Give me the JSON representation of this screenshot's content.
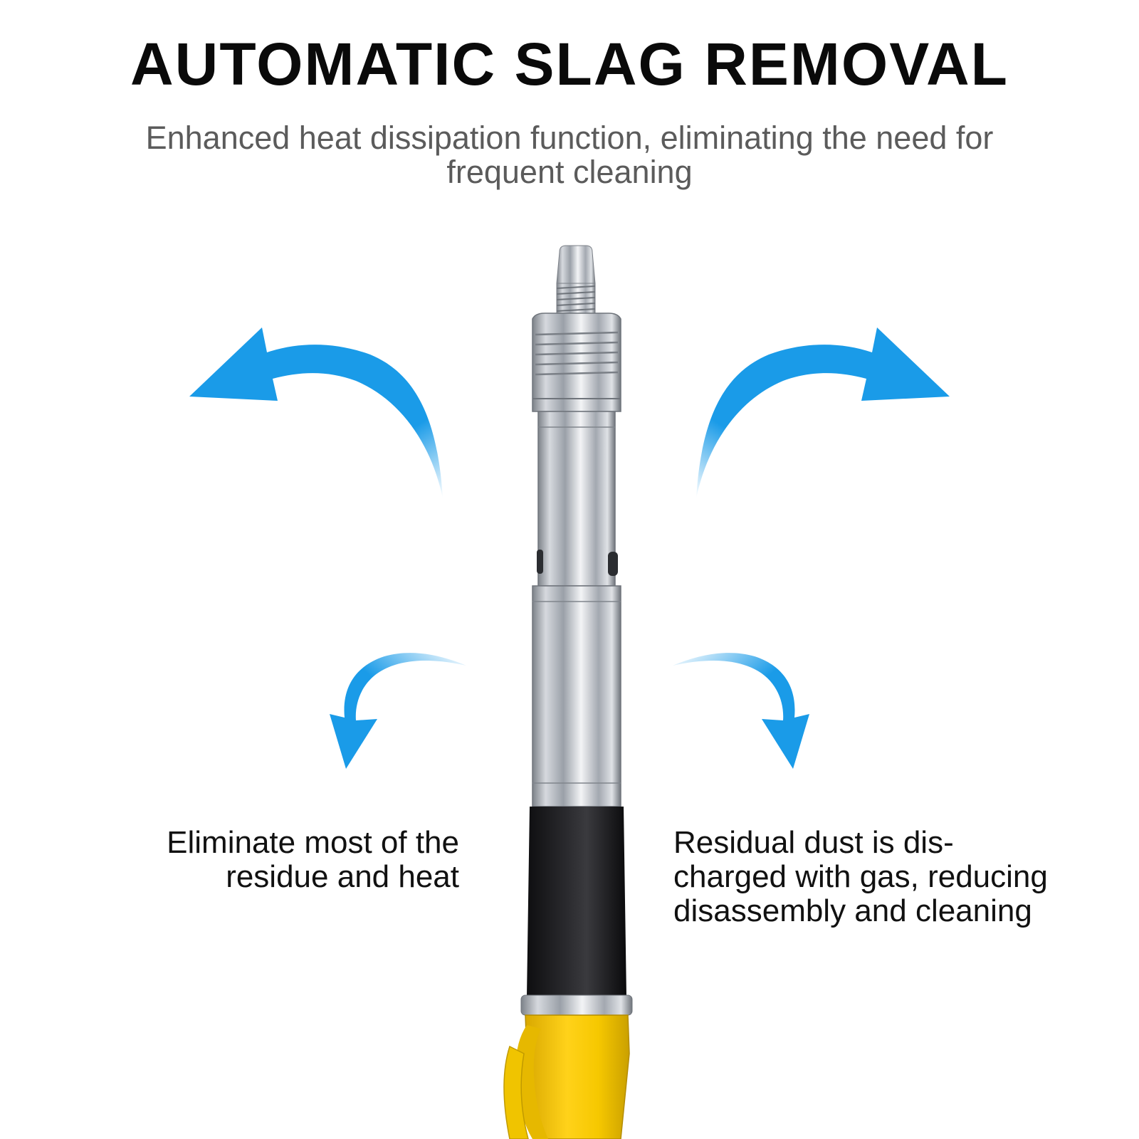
{
  "header": {
    "title": "AUTOMATIC SLAG REMOVAL",
    "subtitle": "Enhanced heat dissipation function, eliminating the need for\nfrequent cleaning"
  },
  "captions": {
    "left": "Eliminate most of the\nresidue and heat",
    "right": "Residual dust is dis-\ncharged with gas, reducing\ndisassembly and cleaning"
  },
  "colors": {
    "arrow": "#1a9be8",
    "chrome": "#b8bcc3",
    "sleeve": "#1c1c1e",
    "handle": "#f2c200"
  },
  "icons": {
    "arrows": [
      "curved-arrow-up-left",
      "curved-arrow-up-right",
      "curved-arrow-down-left",
      "curved-arrow-down-right"
    ],
    "product": "nail-gun-tool"
  }
}
